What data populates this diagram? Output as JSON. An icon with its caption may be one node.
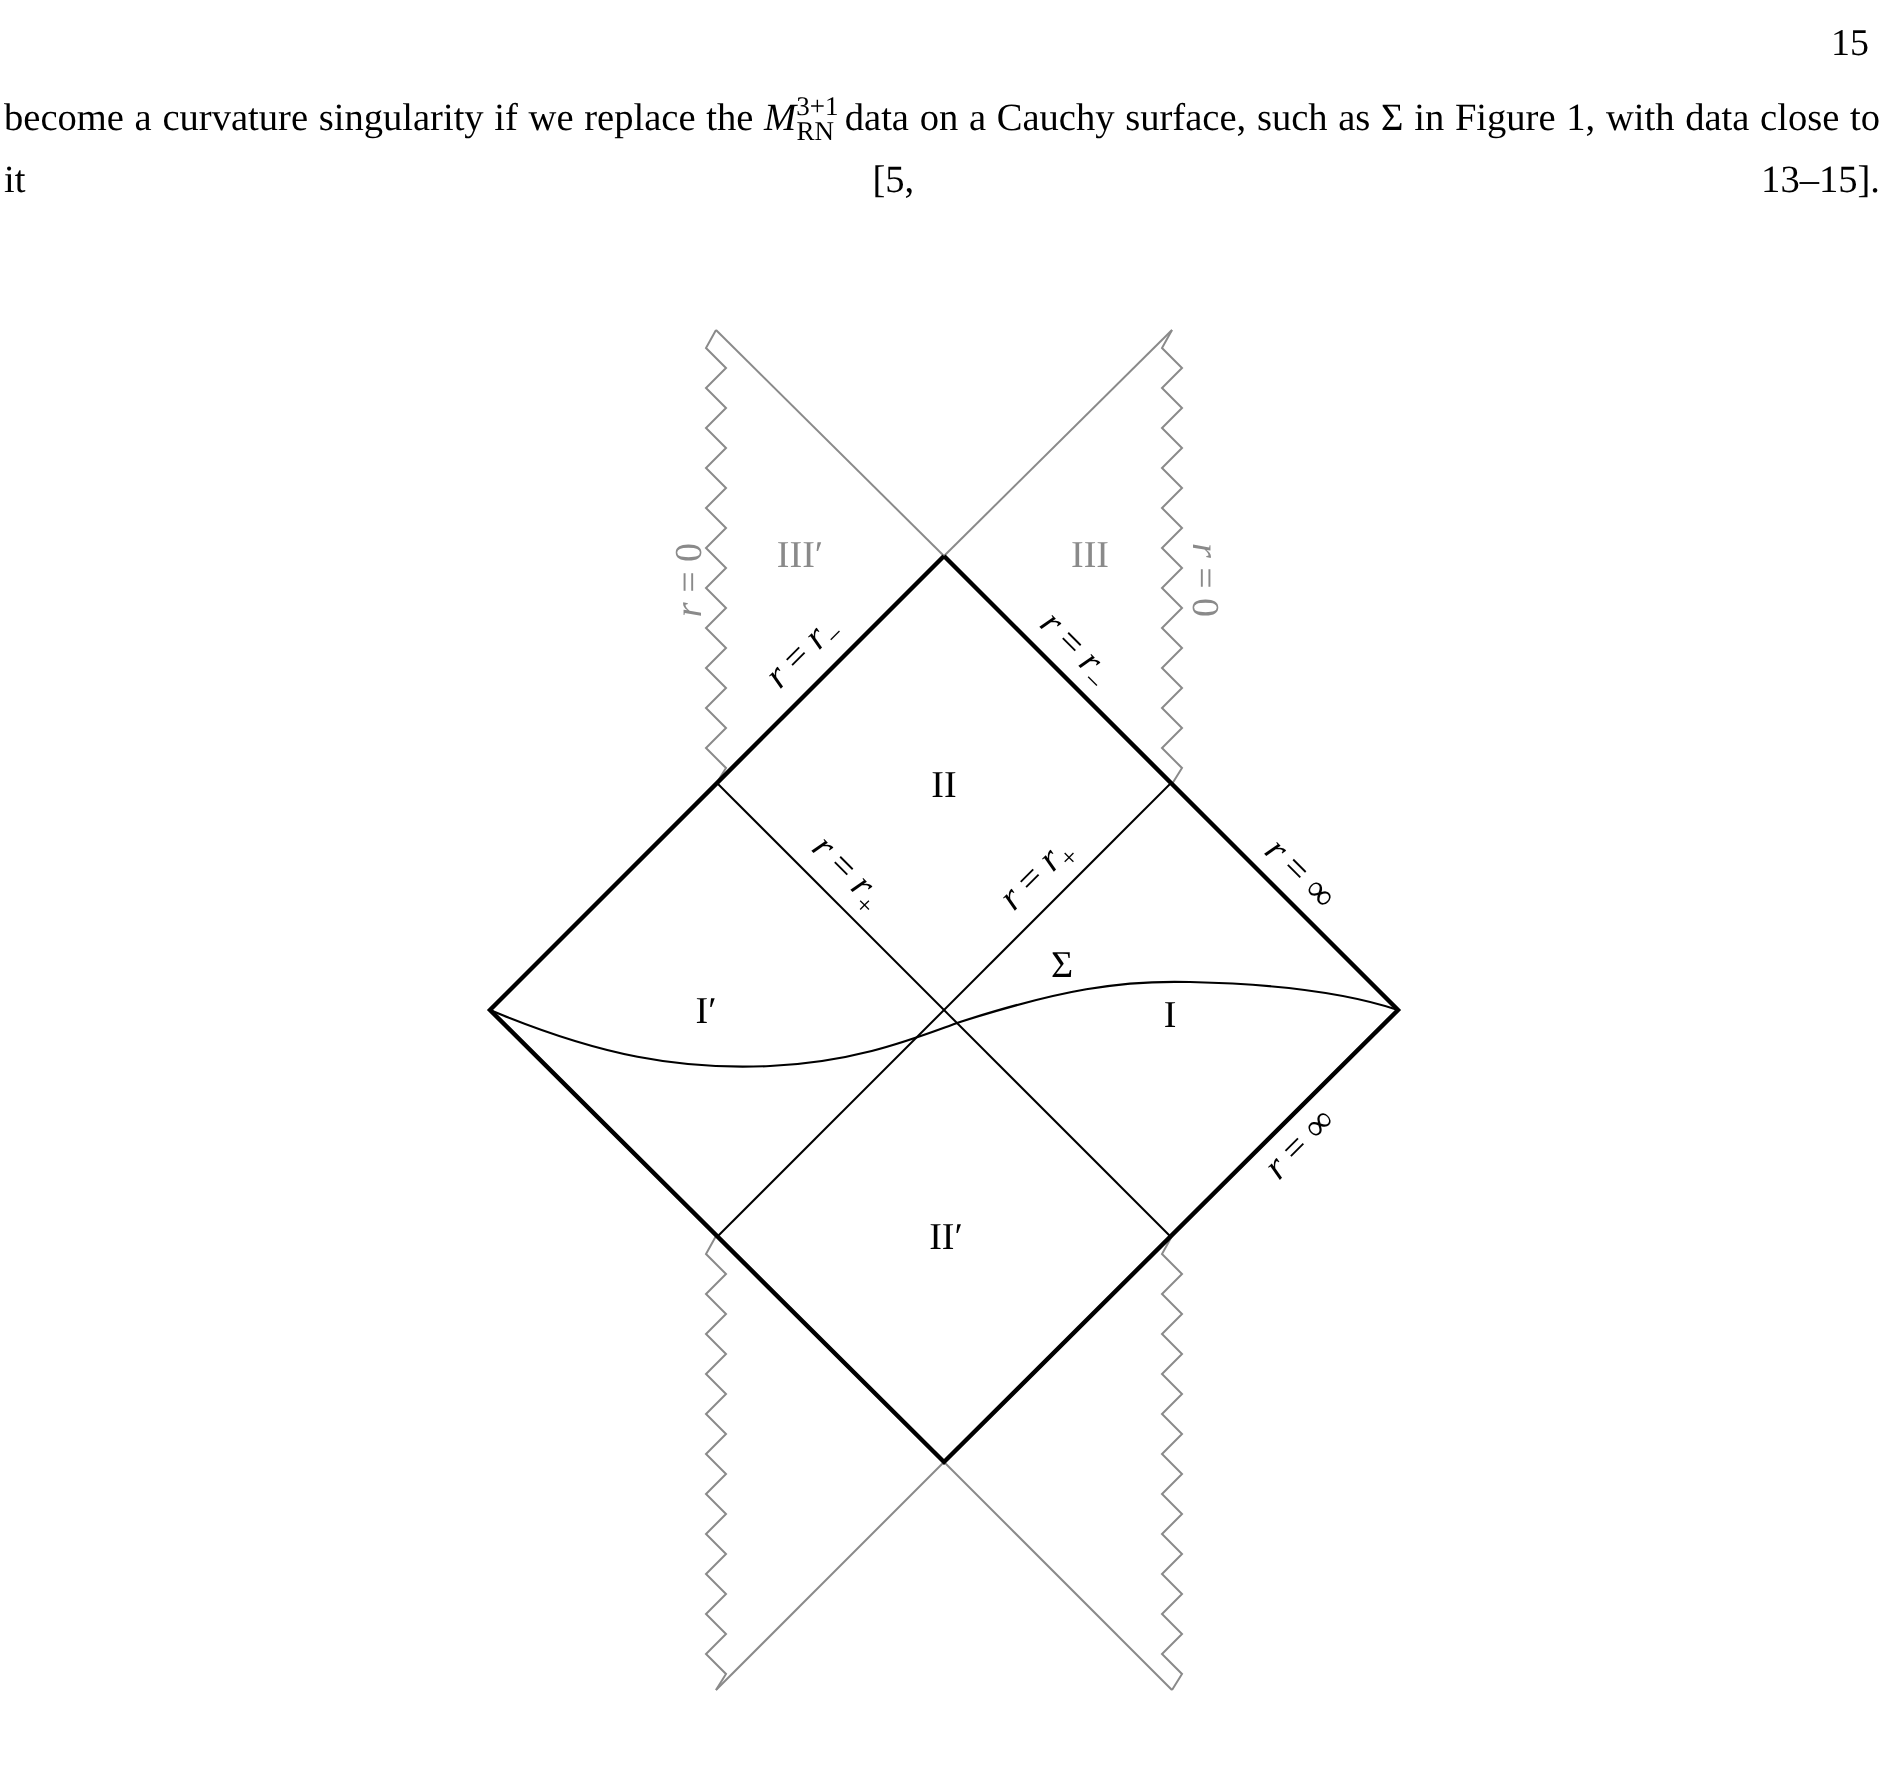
{
  "diagram": {
    "labels": [
      "15",
      "become a curvature singularity if we replace the *M*$^{3+1}$$_{RN}$ data on a Cauchy surface, such as Σ in Figure 1, with data close to it [5, 13–15].",
      "*r* = 0",
      "III′",
      "III",
      "*r* = 0",
      "*r* = *r*$_{−}$",
      "*r* = *r*$_{−}$",
      "II",
      "*r* = *r*$_{+}$",
      "*r* = *r*$_{+}$",
      "*r* = ∞",
      "Σ",
      "I′",
      "I",
      "*r* = ∞",
      "II′"
    ]
  }
}
